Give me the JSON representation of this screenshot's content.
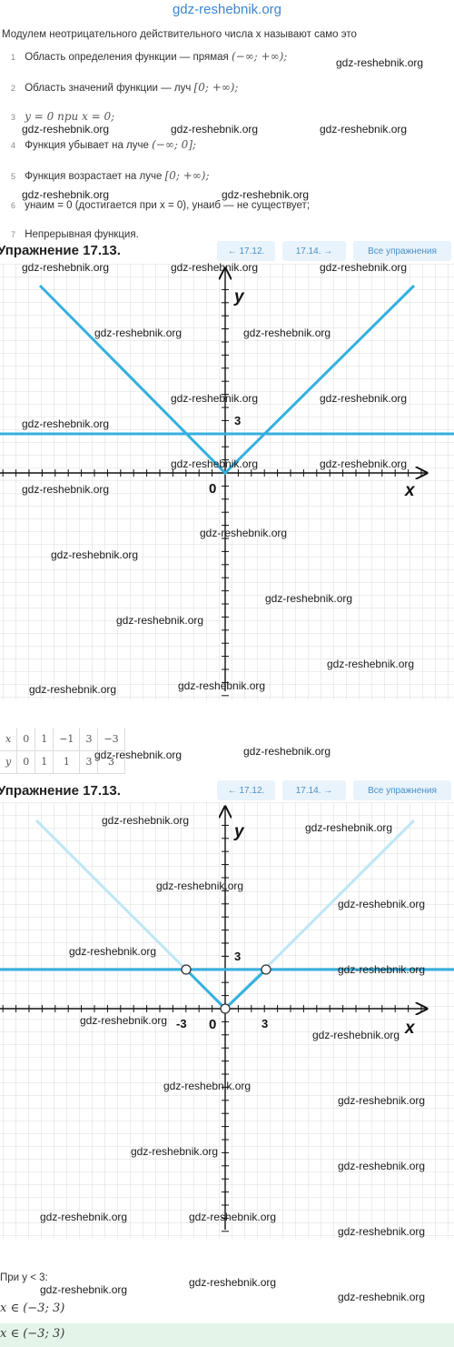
{
  "site_title": "gdz-reshebnik.org",
  "intro": "Модулем неотрицательного действительного числа x называют само это",
  "properties": [
    {
      "num": "1",
      "text": "Область определения функции — прямая ",
      "math": "(−∞; +∞);"
    },
    {
      "num": "2",
      "text": "Область значений функции — луч ",
      "math": "[0; +∞);"
    },
    {
      "num": "3",
      "text": "y = 0 при x = 0;",
      "math": ""
    },
    {
      "num": "4",
      "text": "Функция убывает на луче ",
      "math": "(−∞; 0];"
    },
    {
      "num": "5",
      "text": "Функция возрастает на луче ",
      "math": "[0; +∞);"
    },
    {
      "num": "6",
      "text": "yнаим = 0 (достигается при x = 0), yнаиб — не существует;",
      "math": ""
    },
    {
      "num": "7",
      "text": "Непрерывная функция.",
      "math": ""
    }
  ],
  "exercise_1": {
    "title": "Упражнение 17.13.",
    "nav": {
      "prev": "← 17.12.",
      "next": "17.14. →",
      "all": "Все упражнения"
    }
  },
  "graph_1": {
    "x_label": "x",
    "y_label": "y",
    "origin": "0",
    "tick_y": "3"
  },
  "table": {
    "x_row": [
      "x",
      "0",
      "1",
      "−1",
      "3",
      "−3"
    ],
    "y_row": [
      "y",
      "0",
      "1",
      "1",
      "3",
      "3"
    ]
  },
  "exercise_2": {
    "title": "Упражнение 17.13.",
    "nav": {
      "prev": "← 17.12.",
      "next": "17.14. →",
      "all": "Все упражнения"
    }
  },
  "graph_2": {
    "x_label": "x",
    "y_label": "y",
    "origin": "0",
    "tick_y": "3",
    "tick_x_neg": "-3",
    "tick_x_pos": "3"
  },
  "answer": {
    "condition": "При y < 3:",
    "result": "x ∈ (−3; 3)",
    "final": "x ∈ (−3; 3)"
  },
  "watermark": "gdz-reshebnik.org",
  "colors": {
    "line": "#35b0df",
    "line_light": "#bfe6f5",
    "grid": "#cccccc",
    "nav_bg": "#e9f3fb",
    "answer_bg": "#e5f4e9"
  }
}
